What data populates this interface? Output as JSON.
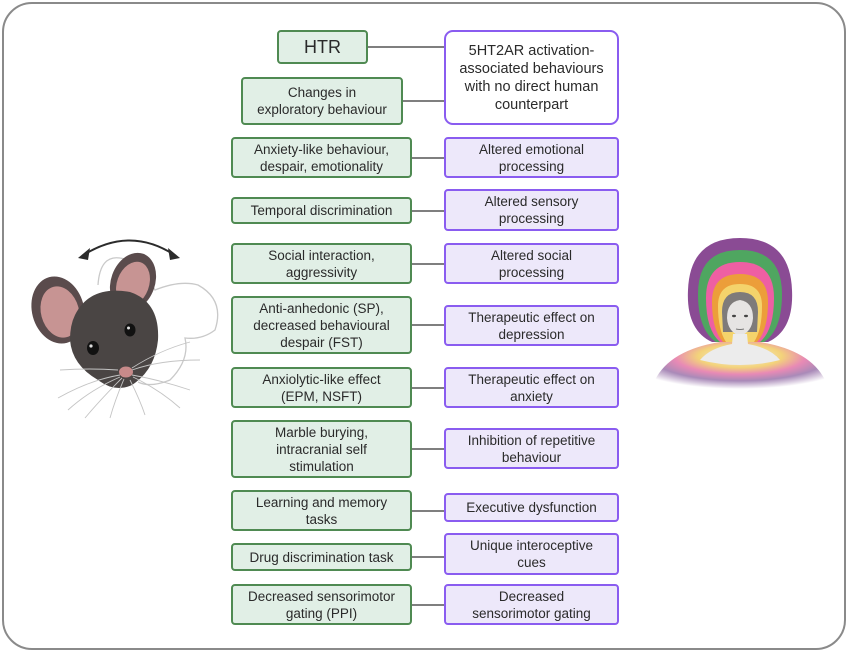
{
  "figure": {
    "colors": {
      "rodent_fill": "#e1efe6",
      "rodent_border": "#4f8a52",
      "human_fill": "#ede8fa",
      "human_border": "#8a5cf0",
      "connector": "#7f7f7f",
      "frame": "#8a8a8a"
    },
    "left_illustration": "mouse-head-turning-icon",
    "right_illustration": "human-bust-with-colored-aura-icon",
    "top_group": {
      "rodent": [
        {
          "label": "HTR"
        },
        {
          "label": "Changes in\nexploratory behaviour"
        }
      ],
      "human": {
        "label": "5HT2AR activation-\nassociated behaviours\nwith no direct human\ncounterpart"
      }
    },
    "rows": [
      {
        "rodent": "Anxiety-like behaviour,\ndespair, emotionality",
        "human": "Altered emotional\nprocessing"
      },
      {
        "rodent": "Temporal discrimination",
        "human": "Altered sensory\nprocessing"
      },
      {
        "rodent": "Social interaction,\naggressivity",
        "human": "Altered social\nprocessing"
      },
      {
        "rodent": "Anti-anhedonic (SP),\ndecreased behavioural\ndespair (FST)",
        "human": "Therapeutic effect on\ndepression"
      },
      {
        "rodent": "Anxiolytic-like effect\n(EPM, NSFT)",
        "human": "Therapeutic effect on\nanxiety"
      },
      {
        "rodent": "Marble burying,\nintracranial self\nstimulation",
        "human": "Inhibition of repetitive\nbehaviour"
      },
      {
        "rodent": "Learning and memory\ntasks",
        "human": "Executive dysfunction"
      },
      {
        "rodent": "Drug discrimination task",
        "human": "Unique interoceptive\ncues"
      },
      {
        "rodent": "Decreased sensorimotor\ngating (PPI)",
        "human": "Decreased\nsensorimotor gating"
      }
    ]
  }
}
